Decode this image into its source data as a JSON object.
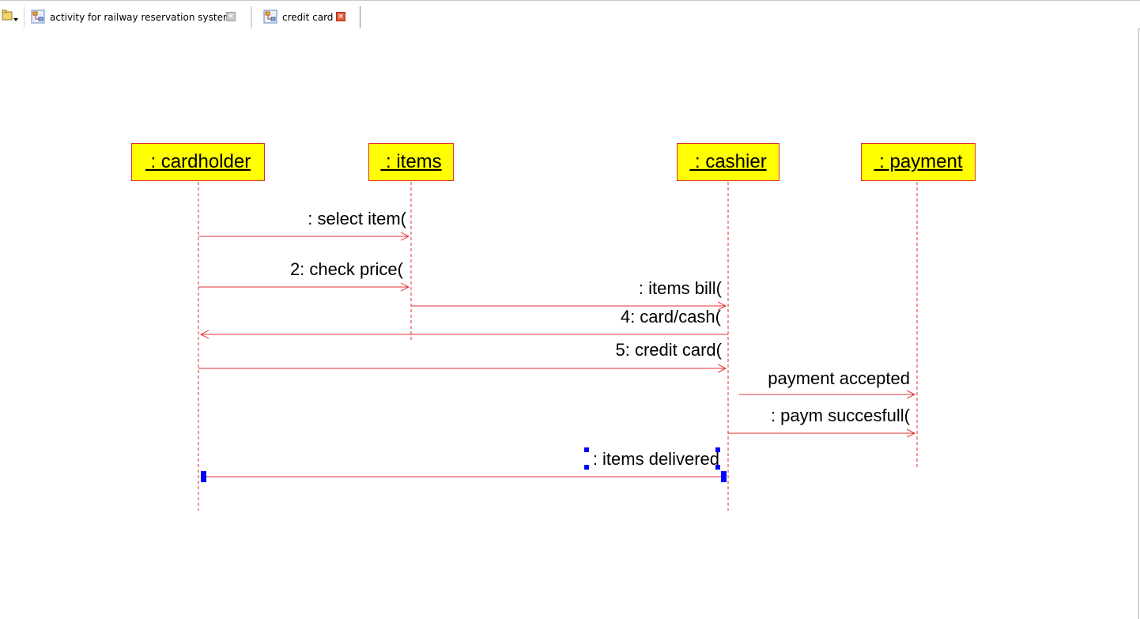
{
  "tabs": [
    {
      "label": "activity for railway reservation system",
      "icon": "diagram-icon",
      "active": false
    },
    {
      "label": "credit card",
      "icon": "diagram-icon",
      "active": true
    }
  ],
  "lifelines": [
    {
      "id": "cardholder",
      "label": " : cardholder"
    },
    {
      "id": "items",
      "label": " : items"
    },
    {
      "id": "cashier",
      "label": " : cashier"
    },
    {
      "id": "payment",
      "label": " : payment"
    }
  ],
  "messages": [
    {
      "label": ": select item(",
      "from": "cardholder",
      "to": "items"
    },
    {
      "label": "2: check price(",
      "from": "cardholder",
      "to": "items"
    },
    {
      "label": ": items bill(",
      "from": "items",
      "to": "cashier"
    },
    {
      "label": "4: card/cash(",
      "from": "cashier",
      "to": "cardholder"
    },
    {
      "label": "5: credit card(",
      "from": "cardholder",
      "to": "cashier"
    },
    {
      "label": "payment accepted",
      "from": "cashier",
      "to": "payment"
    },
    {
      "label": ": paym succesfull(",
      "from": "cashier",
      "to": "payment"
    },
    {
      "label": ": items delivered",
      "from": "cashier",
      "to": "cardholder",
      "selected": true
    }
  ],
  "colors": {
    "lifeline_fill": "#ffff00",
    "line": "#e03030",
    "selection": "#0000ff"
  }
}
